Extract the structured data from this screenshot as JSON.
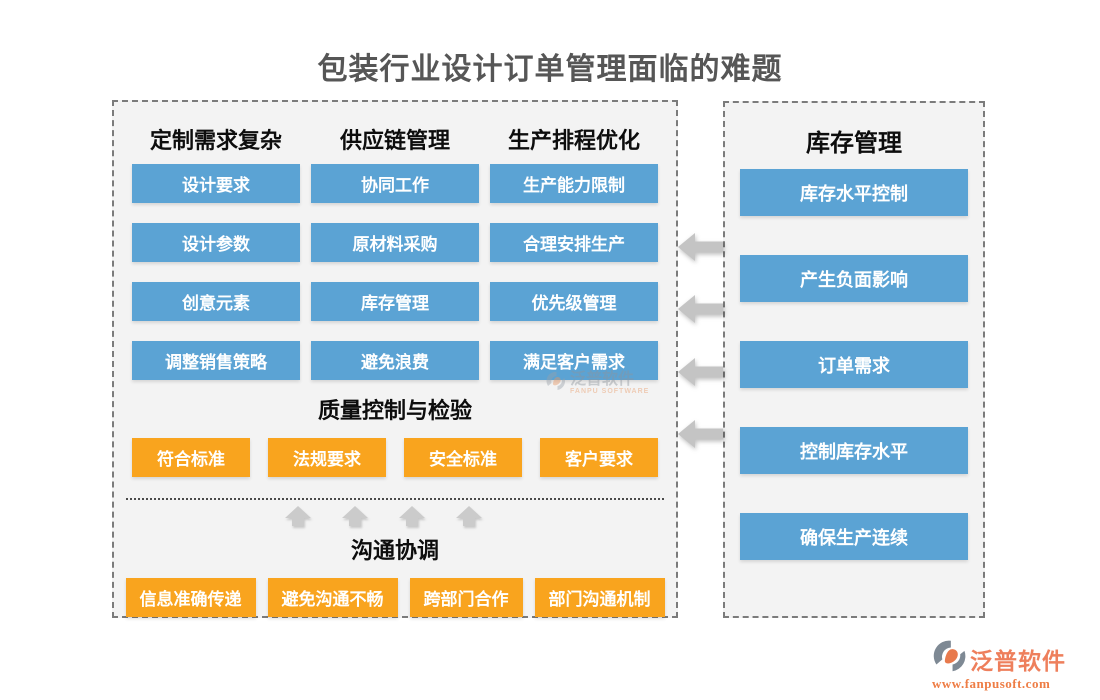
{
  "title": "包装行业设计订单管理面临的难题",
  "left_panel": {
    "columns": [
      {
        "header": "定制需求复杂",
        "items": [
          "设计要求",
          "设计参数",
          "创意元素",
          "调整销售策略"
        ]
      },
      {
        "header": "供应链管理",
        "items": [
          "协同工作",
          "原材料采购",
          "库存管理",
          "避免浪费"
        ]
      },
      {
        "header": "生产排程优化",
        "items": [
          "生产能力限制",
          "合理安排生产",
          "优先级管理",
          "满足客户需求"
        ]
      }
    ],
    "quality_section": {
      "header": "质量控制与检验",
      "items": [
        "符合标准",
        "法规要求",
        "安全标准",
        "客户要求"
      ]
    },
    "communication_section": {
      "header": "沟通协调",
      "items": [
        "信息准确传递",
        "避免沟通不畅",
        "跨部门合作",
        "部门沟通机制"
      ]
    }
  },
  "right_panel": {
    "header": "库存管理",
    "items": [
      "库存水平控制",
      "产生负面影响",
      "订单需求",
      "控制库存水平",
      "确保生产连续"
    ]
  },
  "decorations": {
    "left_arrow_count": 4,
    "up_arrow_count": 4
  },
  "watermark": {
    "name": "泛普软件",
    "subtitle": "FANPU SOFTWARE"
  },
  "logo": {
    "name": "泛普软件",
    "url": "www.fanpusoft.com"
  },
  "colors": {
    "box_blue": "#5ba3d4",
    "box_orange": "#f9a41e",
    "panel_bg": "#f3f3f3",
    "panel_border": "#7b7b7b",
    "title_gray": "#565656",
    "arrow_gray": "#c4c4c4",
    "logo_salmon": "#ee7f5c",
    "logo_url_orange": "#ee7d45"
  }
}
